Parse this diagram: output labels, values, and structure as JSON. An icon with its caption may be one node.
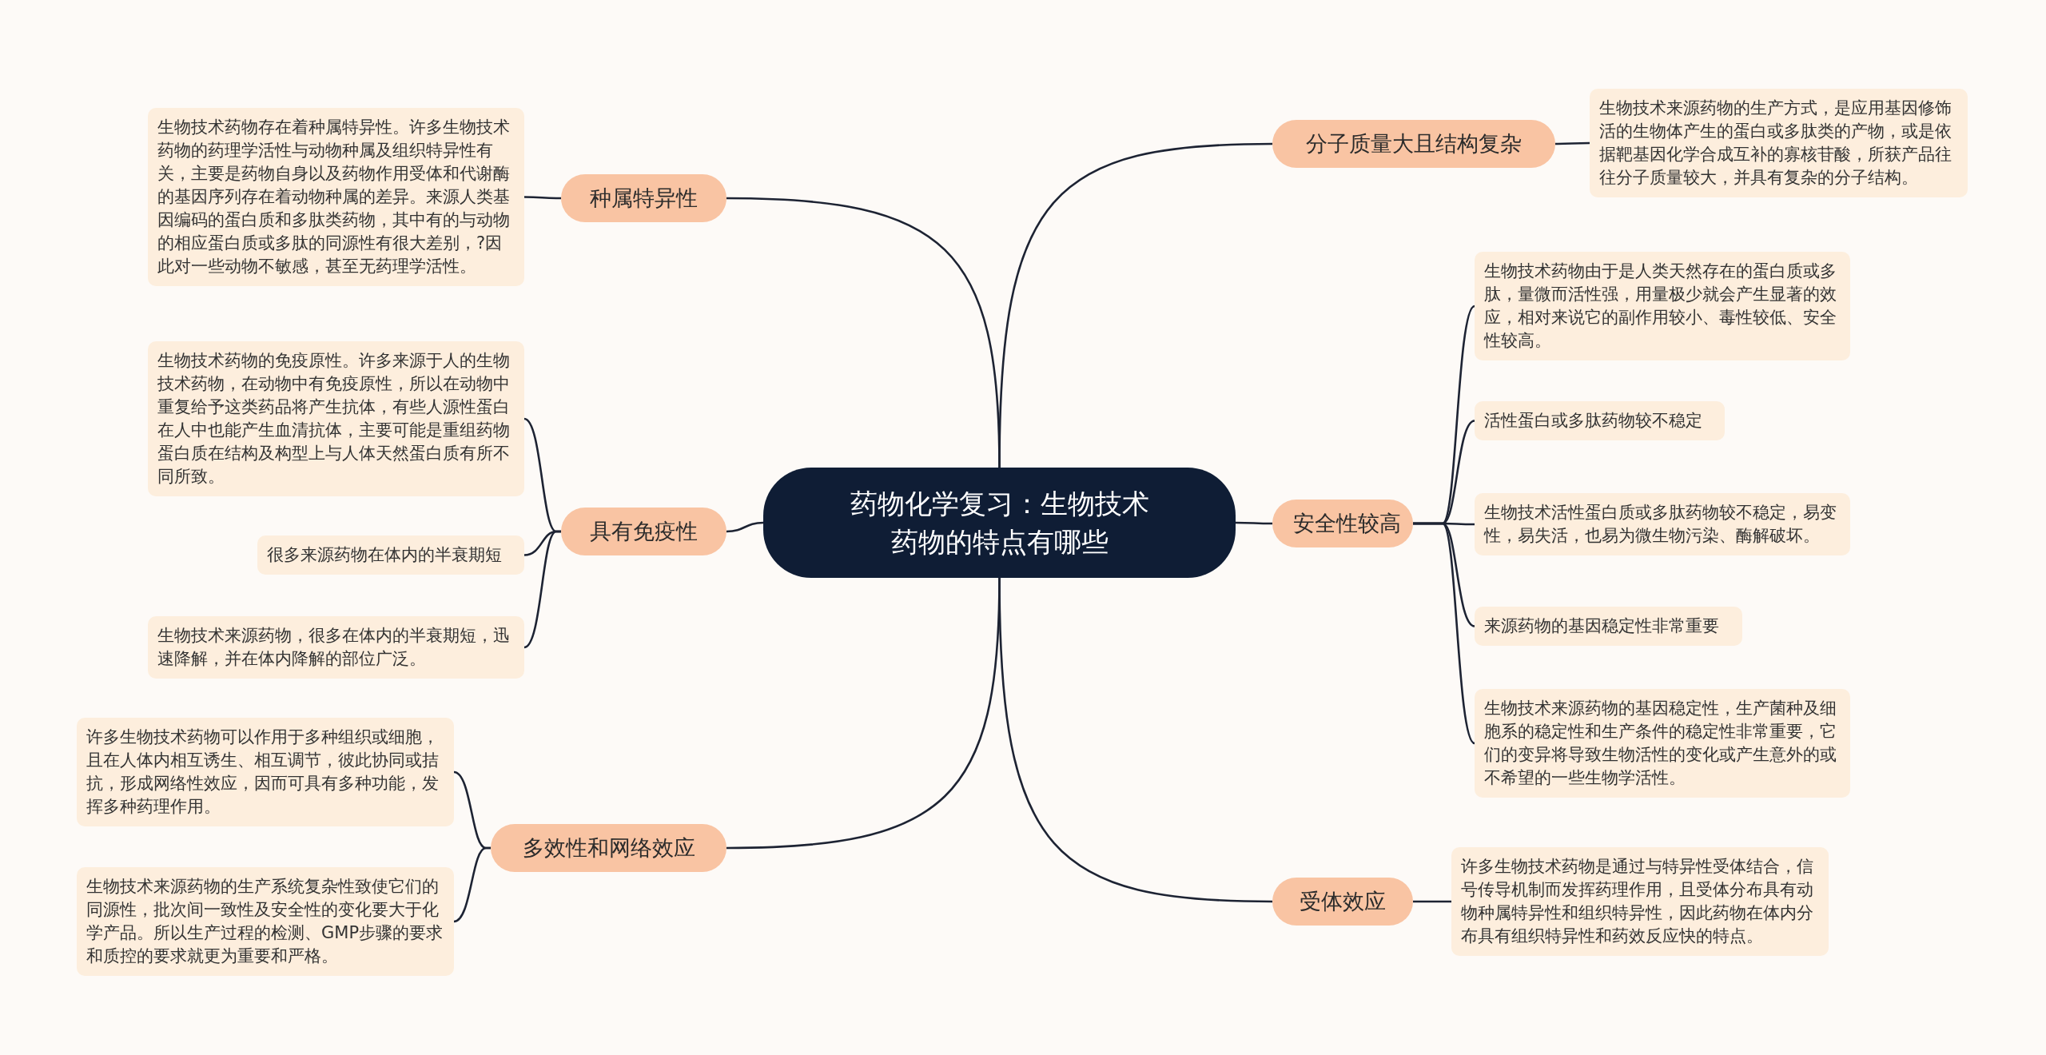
{
  "diagram": {
    "nodes": [
      {
        "text": [
          "药物化学复习：生物技术药物的特点有哪些"
        ]
      },
      {
        "text": [
          "种属特异性"
        ]
      },
      {
        "text": [
          "生物技术药物存在着种属特异性。许多生物技术药物的药理学活性与动物种属及组织特异性有关，主要是药物自身以及药物作用受体和代谢酶的基因序列存在着动物种属的差异。来源人类基因编码的蛋白质和多肽类药物，其中有的与动物的相应蛋白质或多肽的同源性有很大差别，?因此对一些动物不敏感，甚至无药理学活性。"
        ]
      },
      {
        "text": [
          "具有免疫性"
        ]
      },
      {
        "text": [
          "生物技术药物的免疫原性。许多来源于人的生物技术药物，在动物中有免疫原性，所以在动物中重复给予这类药品将产生抗体，有些人源性蛋白在人中也能产生血清抗体，主要可能是重组药物蛋白质在结构及构型上与人体天然蛋白质有所不同所致。"
        ]
      },
      {
        "text": [
          "很多来源药物在体内的半衰期短"
        ]
      },
      {
        "text": [
          "生物技术来源药物，很多在体内的半衰期短，迅速降解，并在体内降解的部位广泛。"
        ]
      },
      {
        "text": [
          "多效性和网络效应"
        ]
      },
      {
        "text": [
          "许多生物技术药物可以作用于多种组织或细胞，且在人体内相互诱生、相互调节，彼此协同或拮抗，形成网络性效应，因而可具有多种功能，发挥多种药理作用。"
        ]
      },
      {
        "text": [
          "生物技术来源药物的生产系统复杂性致使它们的同源性，批次间一致性及安全性的变化要大于化学产品。所以生产过程的检测、GMP步骤的要求和质控的要求就更为重要和严格。"
        ]
      },
      {
        "text": [
          "分子质量大且结构复杂"
        ]
      },
      {
        "text": [
          "生物技术来源药物的生产方式，是应用基因修饰活的生物体产生的蛋白或多肽类的产物，或是依据靶基因化学合成互补的寡核苷酸，所获产品往往分子质量较大，并具有复杂的分子结构。"
        ]
      },
      {
        "text": [
          "安全性较高"
        ]
      },
      {
        "text": [
          "生物技术药物由于是人类天然存在的蛋白质或多肽，量微而活性强，用量极少就会产生显著的效应，相对来说它的副作用较小、毒性较低、安全性较高。"
        ]
      },
      {
        "text": [
          "活性蛋白或多肽药物较不稳定"
        ]
      },
      {
        "text": [
          "生物技术活性蛋白质或多肽药物较不稳定，易变性，易失活，也易为微生物污染、酶解破坏。"
        ]
      },
      {
        "text": [
          "来源药物的基因稳定性非常重要"
        ]
      },
      {
        "text": [
          "生物技术来源药物的基因稳定性，生产菌种及细胞系的稳定性和生产条件的稳定性非常重要，它们的变异将导致生物活性的变化或产生意外的或不希望的一些生物学活性。"
        ]
      },
      {
        "text": [
          "受体效应"
        ]
      },
      {
        "text": [
          "许多生物技术药物是通过与特异性受体结合，信号传导机制而发挥药理作用，且受体分布具有动物种属特异性和组织特异性，因此药物在体内分布具有组织特异性和药效反应快的特点。"
        ]
      }
    ],
    "edges": [
      {
        "from": 0,
        "to": 1,
        "arrow": "none"
      },
      {
        "from": 1,
        "to": 2,
        "arrow": "none"
      },
      {
        "from": 0,
        "to": 3,
        "arrow": "none"
      },
      {
        "from": 3,
        "to": 4,
        "arrow": "none"
      },
      {
        "from": 3,
        "to": 5,
        "arrow": "none"
      },
      {
        "from": 3,
        "to": 6,
        "arrow": "none"
      },
      {
        "from": 0,
        "to": 7,
        "arrow": "none"
      },
      {
        "from": 7,
        "to": 8,
        "arrow": "none"
      },
      {
        "from": 7,
        "to": 9,
        "arrow": "none"
      },
      {
        "from": 0,
        "to": 10,
        "arrow": "none"
      },
      {
        "from": 10,
        "to": 11,
        "arrow": "none"
      },
      {
        "from": 0,
        "to": 12,
        "arrow": "none"
      },
      {
        "from": 12,
        "to": 13,
        "arrow": "none"
      },
      {
        "from": 12,
        "to": 14,
        "arrow": "none"
      },
      {
        "from": 12,
        "to": 15,
        "arrow": "none"
      },
      {
        "from": 12,
        "to": 16,
        "arrow": "none"
      },
      {
        "from": 12,
        "to": 17,
        "arrow": "none"
      },
      {
        "from": 0,
        "to": 18,
        "arrow": "none"
      },
      {
        "from": 18,
        "to": 19,
        "arrow": "none"
      }
    ]
  }
}
